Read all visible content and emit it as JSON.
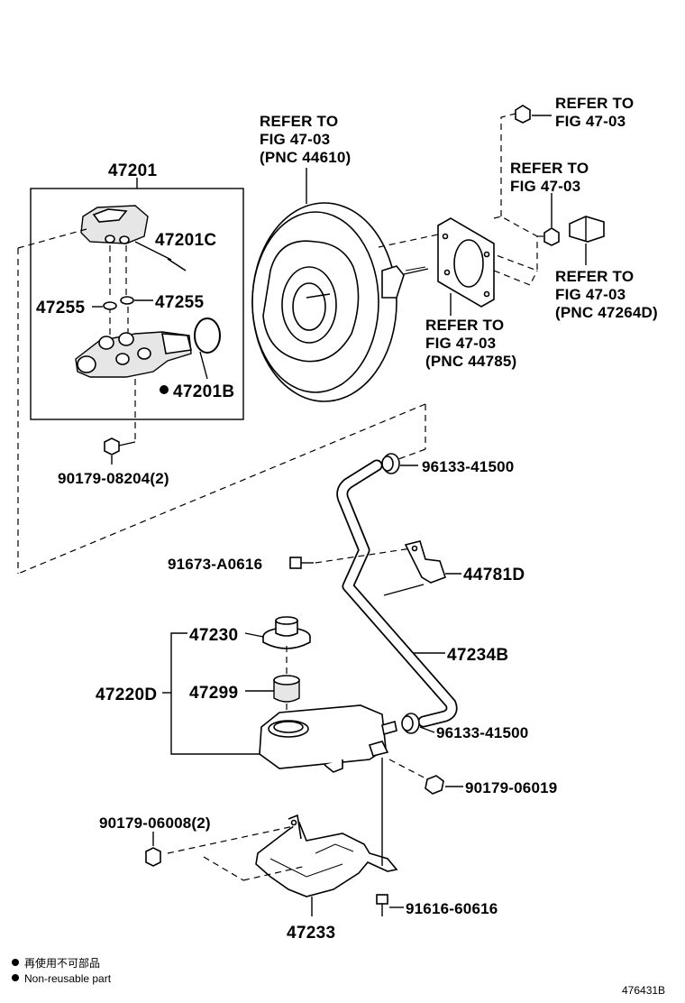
{
  "refs": {
    "top_right_1": [
      "REFER TO",
      "FIG 47-03"
    ],
    "top_right_2": [
      "REFER TO",
      "FIG 47-03"
    ],
    "booster": [
      "REFER TO",
      "FIG 47-03",
      "(PNC 44610)"
    ],
    "gasket": [
      "REFER TO",
      "FIG 47-03",
      "(PNC 44785)"
    ],
    "clevis": [
      "REFER TO",
      "FIG 47-03",
      "(PNC 47264D)"
    ]
  },
  "labels": {
    "p47201": "47201",
    "p47201C": "47201C",
    "p47255_left": "47255",
    "p47255_right": "47255",
    "p47201B": "47201B",
    "p90179_08204": "90179-08204(2)",
    "p96133_41500_a": "96133-41500",
    "p91673_A0616": "91673-A0616",
    "p44781D": "44781D",
    "p47230": "47230",
    "p47234B": "47234B",
    "p47220D": "47220D",
    "p47299": "47299",
    "p96133_41500_b": "96133-41500",
    "p90179_06019": "90179-06019",
    "p90179_06008": "90179-06008(2)",
    "p91616_60616": "91616-60616",
    "p47233": "47233"
  },
  "legend": {
    "jp": "再使用不可部品",
    "en": "Non-reusable part"
  },
  "figure_id": "476431B"
}
